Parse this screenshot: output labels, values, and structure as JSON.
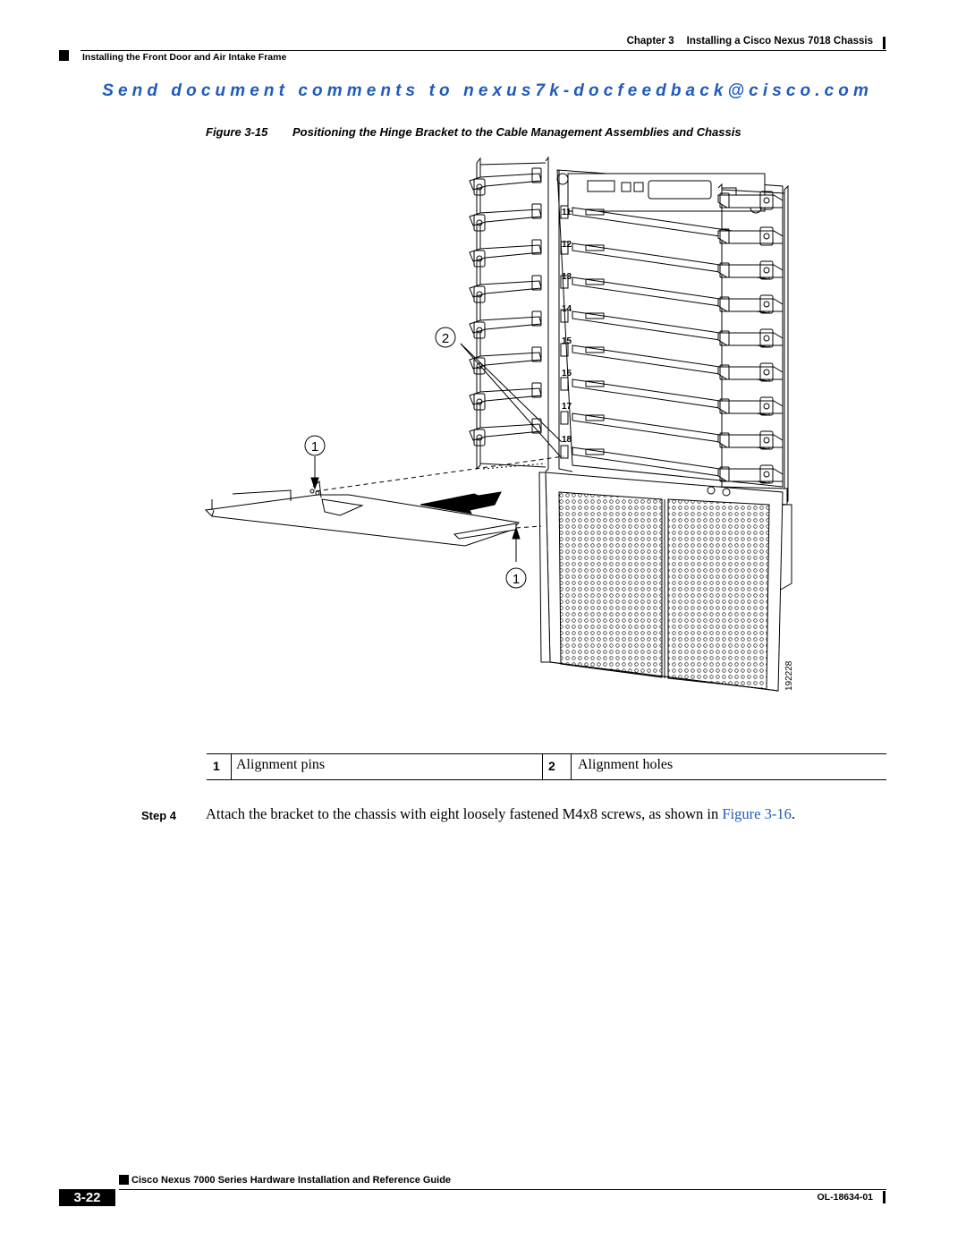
{
  "header": {
    "chapter_label": "Chapter 3",
    "chapter_title": "Installing a Cisco Nexus 7018 Chassis",
    "section_title": "Installing the Front Door and Air Intake Frame"
  },
  "feedback_banner": "Send document comments to nexus7k-docfeedback@cisco.com",
  "figure": {
    "label": "Figure 3-15",
    "title": "Positioning the Hinge Bracket to the Cable Management Assemblies and Chassis",
    "callouts": [
      "2",
      "1",
      "1"
    ],
    "slot_labels": [
      "11",
      "12",
      "13",
      "14",
      "15",
      "16",
      "17",
      "18"
    ],
    "art_number": "192228"
  },
  "legend": [
    {
      "num": "1",
      "text": "Alignment pins"
    },
    {
      "num": "2",
      "text": "Alignment holes"
    }
  ],
  "step": {
    "label": "Step 4",
    "text_before": "Attach the bracket to the chassis with eight loosely fastened M4x8 screws, as shown in ",
    "xref": "Figure 3-16",
    "text_after": "."
  },
  "footer": {
    "book_title": "Cisco Nexus 7000 Series Hardware Installation and Reference Guide",
    "page_number": "3-22",
    "doc_id": "OL-18634-01"
  },
  "colors": {
    "link": "#1f5bbd"
  }
}
